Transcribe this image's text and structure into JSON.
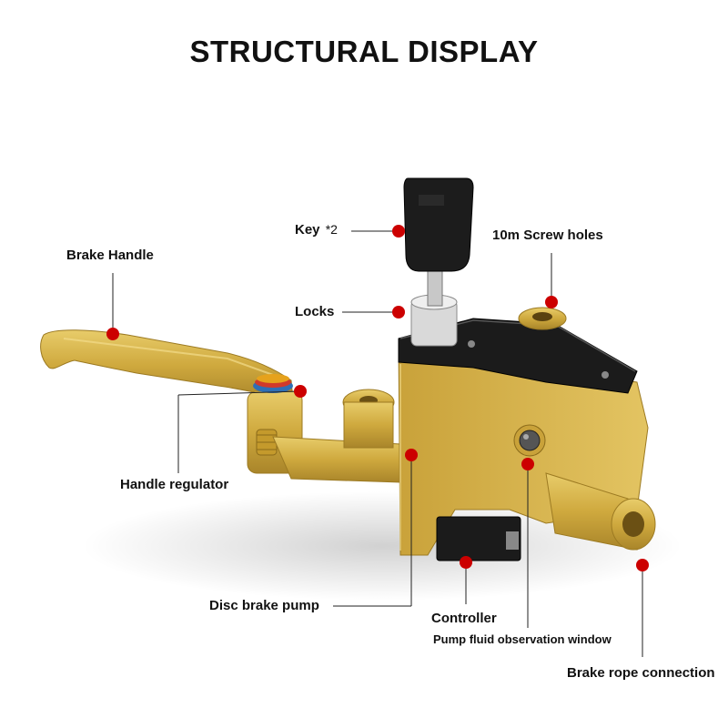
{
  "title": "STRUCTURAL DISPLAY",
  "labels": {
    "key": "Key",
    "key_qty": "*2",
    "screw_holes": "10m Screw holes",
    "brake_handle": "Brake Handle",
    "locks": "Locks",
    "handle_regulator": "Handle regulator",
    "disc_brake_pump": "Disc brake pump",
    "controller": "Controller",
    "observation_window": "Pump fluid observation window",
    "brake_rope": "Brake rope connection"
  },
  "colors": {
    "marker": "#cc0000",
    "gold": "#d6b34c",
    "dark": "#1b1b1b"
  }
}
